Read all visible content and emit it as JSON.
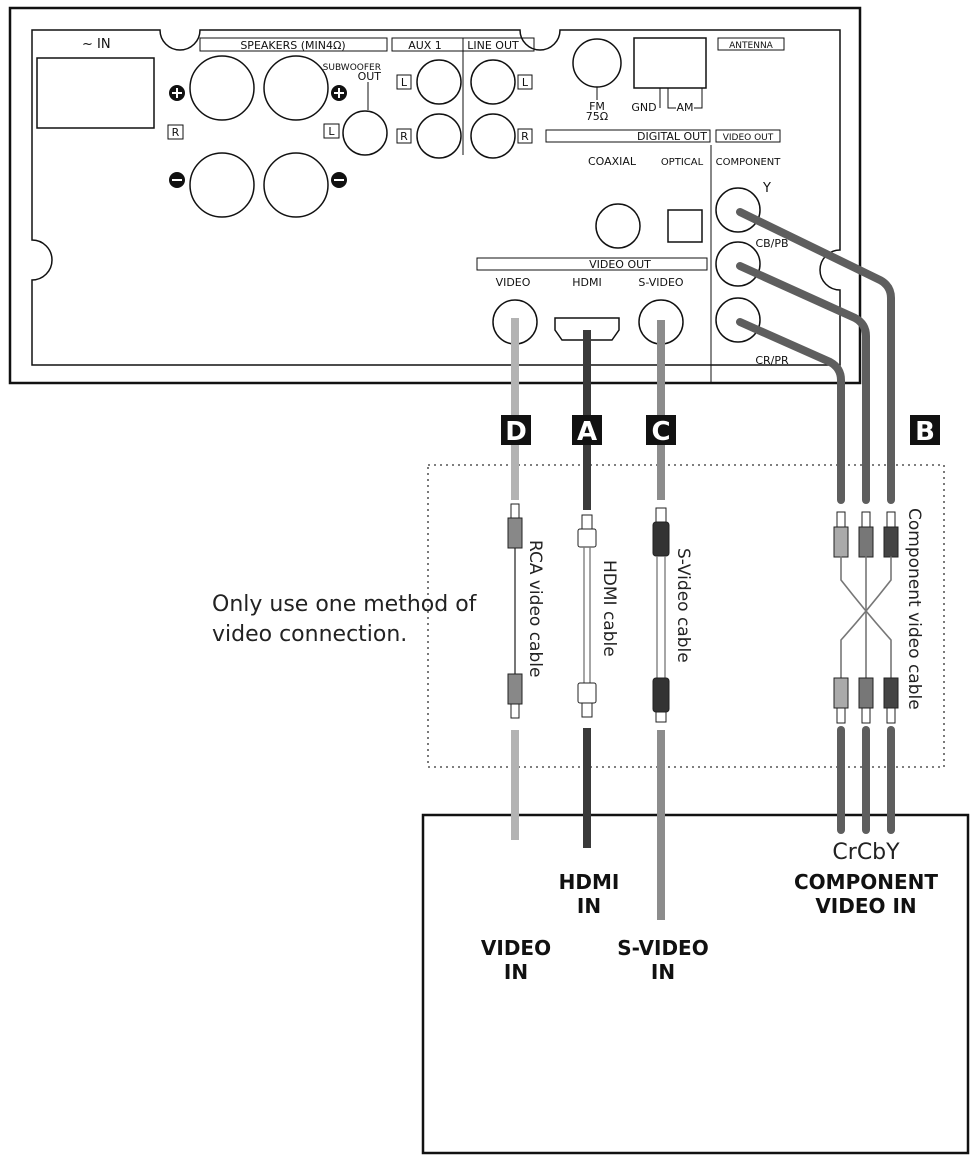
{
  "panel": {
    "ac_in": "~ IN",
    "speakers": "SPEAKERS (MIN4Ω)",
    "subwoofer_line1": "SUBWOOFER",
    "subwoofer_line2": "OUT",
    "aux": "AUX 1",
    "line_out": "LINE OUT",
    "antenna": "ANTENNA",
    "fm_line1": "FM",
    "fm_line2": "75Ω",
    "gnd": "GND",
    "am": "AM",
    "digital_out": "DIGITAL OUT",
    "coaxial": "COAXIAL",
    "optical": "OPTICAL",
    "video_out_component": "VIDEO OUT",
    "component": "COMPONENT",
    "y": "Y",
    "cb_pb": "CB/PB",
    "cr_pr": "CR/PR",
    "video_out": "VIDEO OUT",
    "video": "VIDEO",
    "hdmi": "HDMI",
    "s_video": "S-VIDEO",
    "l": "L",
    "r": "R"
  },
  "letters": {
    "d": "D",
    "a": "A",
    "c": "C",
    "b": "B"
  },
  "note": {
    "line1": "Only use one method of",
    "line2": "video connection."
  },
  "cables": {
    "rca": "RCA video cable",
    "hdmi": "HDMI cable",
    "svideo": "S-Video cable",
    "component": "Component video cable"
  },
  "tv": {
    "hdmi_in_1": "HDMI",
    "hdmi_in_2": "IN",
    "video_in_1": "VIDEO",
    "video_in_2": "IN",
    "svideo_in_1": "S-VIDEO",
    "svideo_in_2": "IN",
    "crcby": "CrCbY",
    "component_in_1": "COMPONENT",
    "component_in_2": "VIDEO IN"
  },
  "colors": {
    "light_cable": "#b3b3b3",
    "dark_cable": "#3a3a3a",
    "mid_cable": "#8c8c8c",
    "component_cable": "#5e5e5e"
  }
}
